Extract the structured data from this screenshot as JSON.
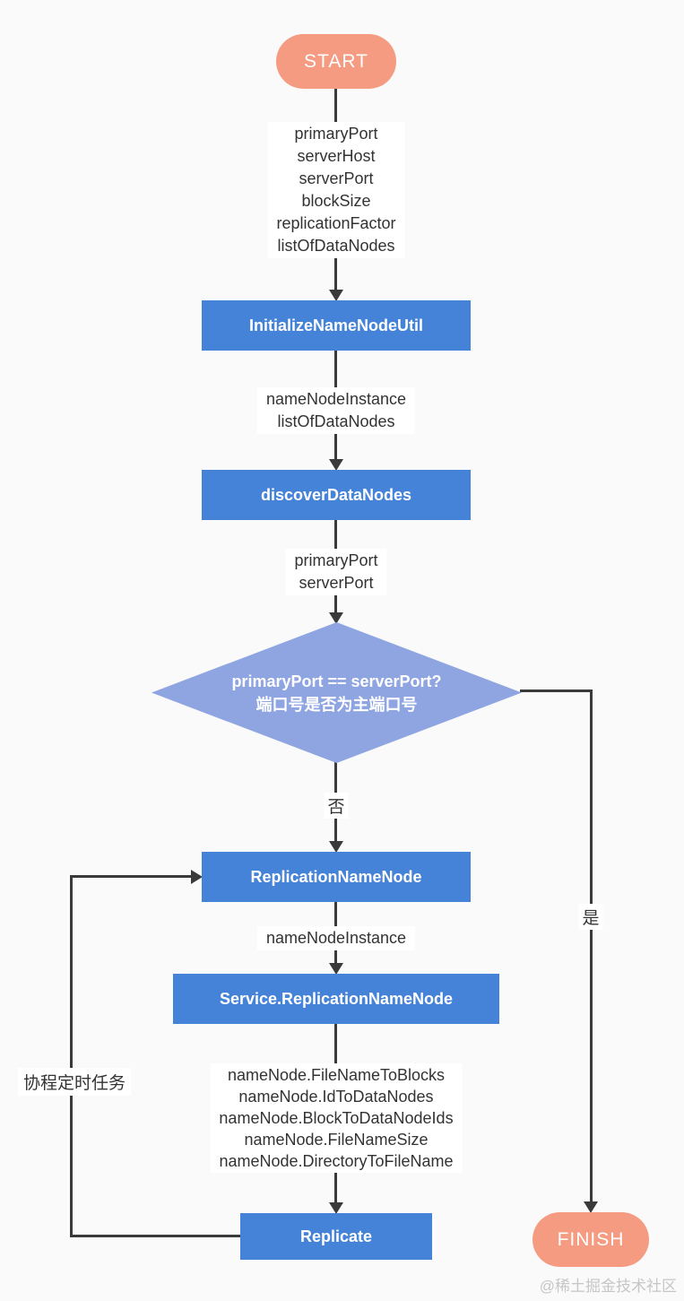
{
  "colors": {
    "background": "#fafafa",
    "process_fill": "#4583d8",
    "decision_fill": "#8ea5e2",
    "terminal_fill": "#f59b81",
    "connector": "#3a3a3a",
    "label_text": "#333333",
    "node_text": "#ffffff",
    "watermark_text": "#c6c6c6"
  },
  "flow": {
    "start_label": "START",
    "finish_label": "FINISH",
    "inputs1": [
      "primaryPort",
      "serverHost",
      "serverPort",
      "blockSize",
      "replicationFactor",
      "listOfDataNodes"
    ],
    "process_init": "InitializeNameNodeUtil",
    "inputs2": [
      "nameNodeInstance",
      "listOfDataNodes"
    ],
    "process_discover": "discoverDataNodes",
    "inputs3": [
      "primaryPort",
      "serverPort"
    ],
    "decision_line1": "primaryPort == serverPort?",
    "decision_line2": "端口号是否为主端口号",
    "no_label": "否",
    "yes_label": "是",
    "process_replication": "ReplicationNameNode",
    "inputs4": [
      "nameNodeInstance"
    ],
    "process_service": "Service.ReplicationNameNode",
    "inputs5": [
      "nameNode.FileNameToBlocks",
      "nameNode.IdToDataNodes",
      "nameNode.BlockToDataNodeIds",
      "nameNode.FileNameSize",
      "nameNode.DirectoryToFileName"
    ],
    "process_replicate": "Replicate",
    "loop_label": "协程定时任务",
    "watermark": "@稀土掘金技术社区"
  }
}
